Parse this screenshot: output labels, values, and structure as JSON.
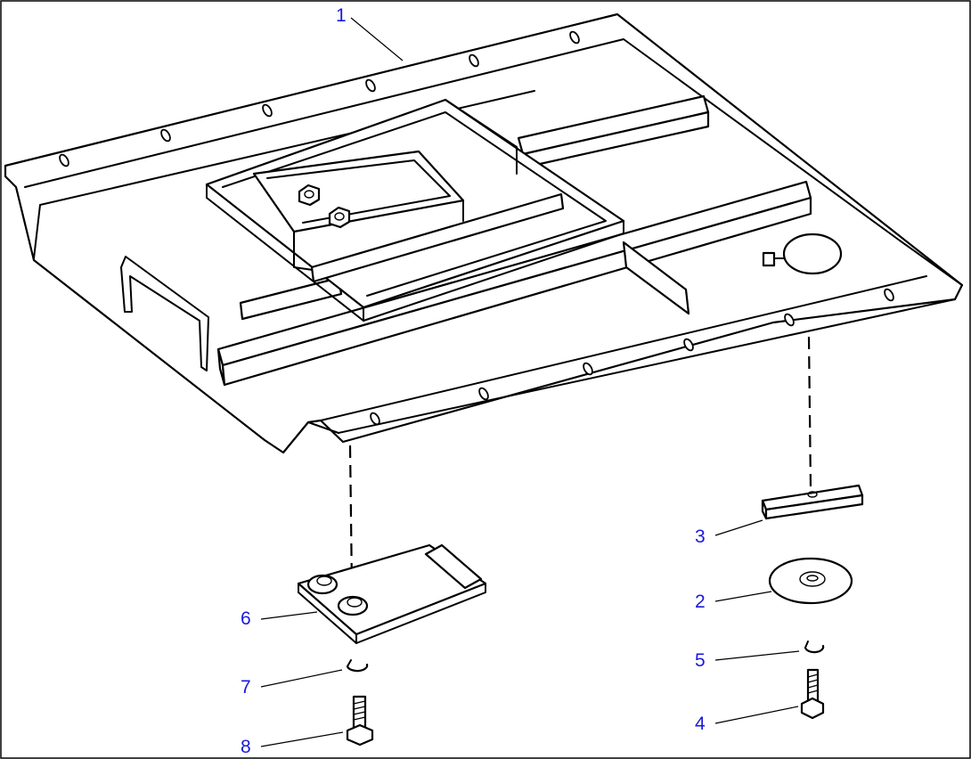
{
  "callouts": [
    {
      "id": "1",
      "label": "1"
    },
    {
      "id": "2",
      "label": "2"
    },
    {
      "id": "3",
      "label": "3"
    },
    {
      "id": "4",
      "label": "4"
    },
    {
      "id": "5",
      "label": "5"
    },
    {
      "id": "6",
      "label": "6"
    },
    {
      "id": "7",
      "label": "7"
    },
    {
      "id": "8",
      "label": "8"
    }
  ],
  "colors": {
    "callout_text": "#1a1adc",
    "line_art": "#000000",
    "background": "#ffffff"
  },
  "parts": [
    {
      "callout": "1",
      "icon": "floor-plate-icon"
    },
    {
      "callout": "2",
      "icon": "rubber-mount-icon"
    },
    {
      "callout": "3",
      "icon": "spacer-plate-icon"
    },
    {
      "callout": "4",
      "icon": "bolt-icon"
    },
    {
      "callout": "5",
      "icon": "lock-washer-icon"
    },
    {
      "callout": "6",
      "icon": "bracket-plate-icon"
    },
    {
      "callout": "7",
      "icon": "lock-washer-icon"
    },
    {
      "callout": "8",
      "icon": "bolt-icon"
    }
  ]
}
